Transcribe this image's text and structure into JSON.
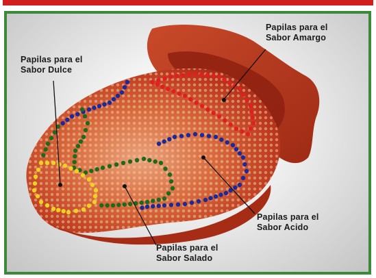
{
  "labels": {
    "amargo": {
      "line1": "Papilas para el",
      "line2": "Sabor Amargo"
    },
    "dulce": {
      "line1": "Papilas para el",
      "line2": "Sabor Dulce"
    },
    "acido": {
      "line1": "Papilas para el",
      "line2": "Sabor Acido"
    },
    "salado": {
      "line1": "Papilas para el",
      "line2": "Sabor Salado"
    }
  },
  "colors": {
    "frame_top": "#d11f1f",
    "frame_border": "#3a8a3a",
    "tongue_dark": "#b5321a",
    "tongue_mid": "#d4582f",
    "tongue_light": "#e89a6e",
    "dots_amargo": "#e02020",
    "dots_dulce": "#f0d020",
    "dots_acido": "#1a2a9a",
    "dots_salado": "#1d6a1d"
  }
}
